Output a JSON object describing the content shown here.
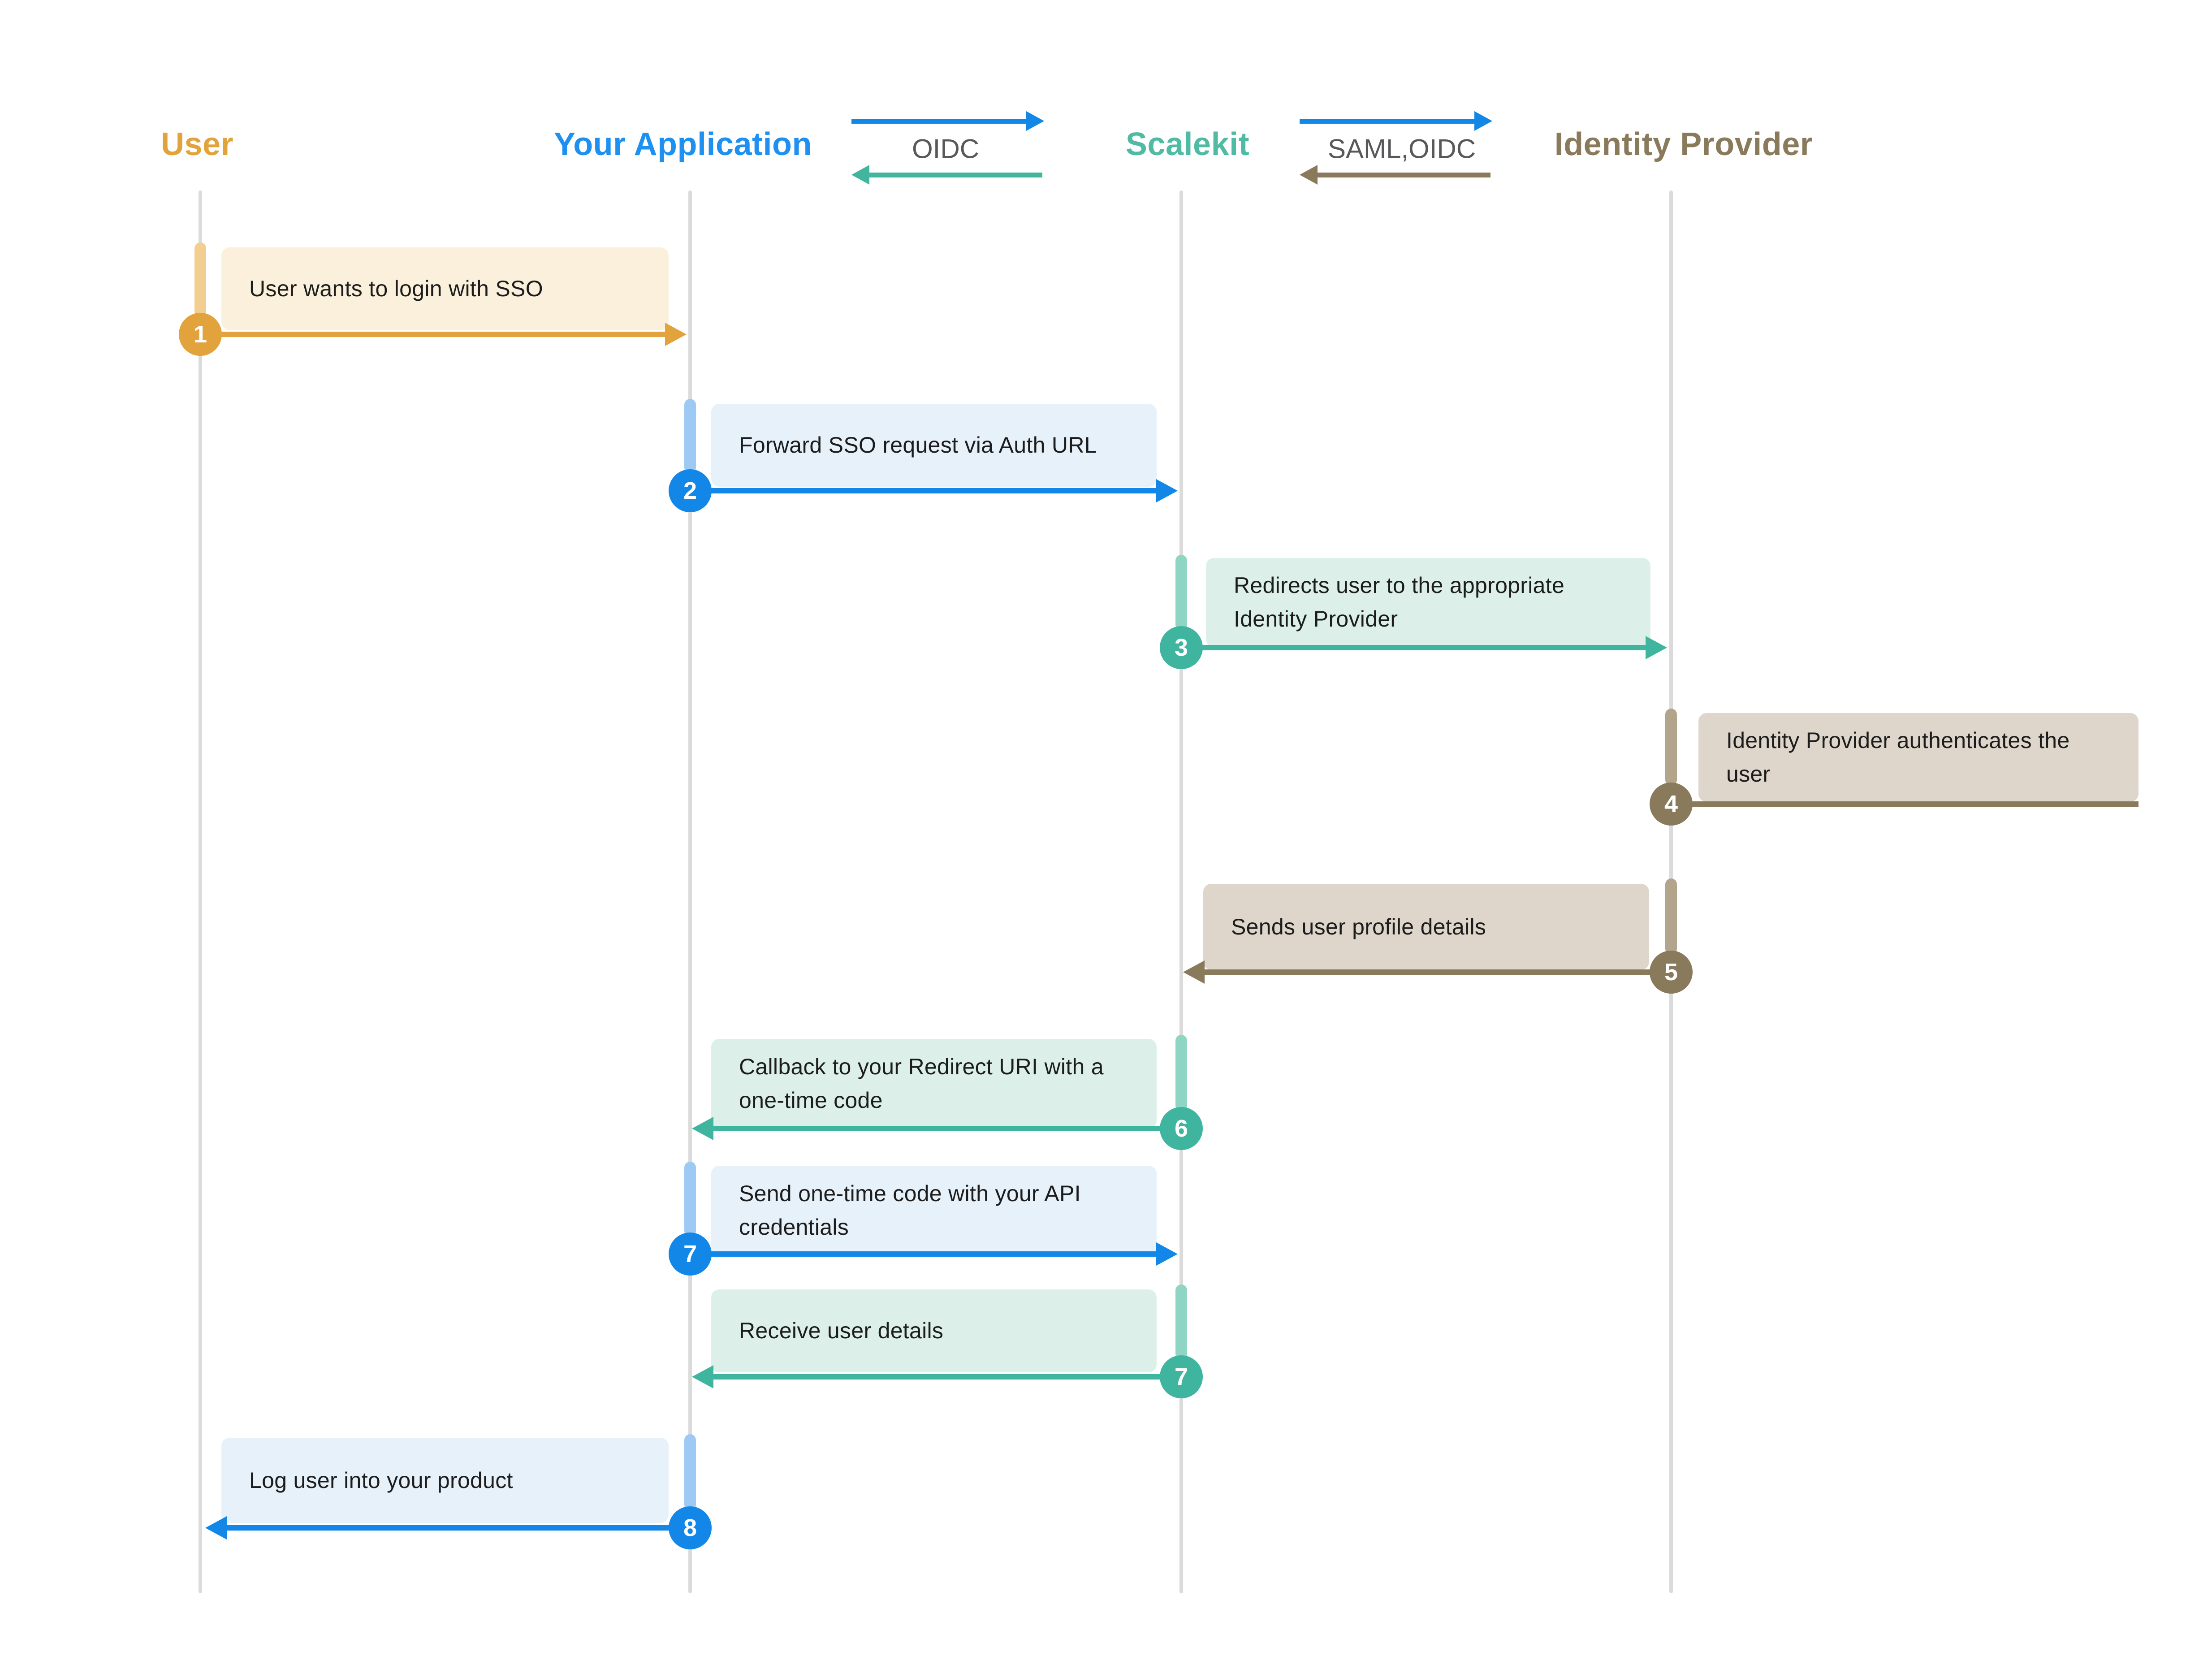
{
  "actors": [
    {
      "name": "User",
      "color": "#E2A33D"
    },
    {
      "name": "Your Application",
      "color": "#1E90F0"
    },
    {
      "name": "Scalekit",
      "color": "#4FBBA4"
    },
    {
      "name": "Identity Provider",
      "color": "#8A7A5C"
    }
  ],
  "protocols": [
    {
      "label": "OIDC",
      "forward_arrow_color": "#1287E8",
      "return_arrow_color": "#41B59E"
    },
    {
      "label": "SAML,OIDC",
      "forward_arrow_color": "#1287E8",
      "return_arrow_color": "#8A7A5C"
    }
  ],
  "steps": [
    {
      "number": "1",
      "label": "User wants to login with SSO",
      "from": "User",
      "to": "Your Application",
      "direction": "right",
      "theme": "orange"
    },
    {
      "number": "2",
      "label": "Forward SSO request via Auth URL",
      "from": "Your Application",
      "to": "Scalekit",
      "direction": "right",
      "theme": "blue"
    },
    {
      "number": "3",
      "label": "Redirects user to the appropriate Identity Provider",
      "from": "Scalekit",
      "to": "Identity Provider",
      "direction": "right",
      "theme": "teal"
    },
    {
      "number": "4",
      "label": "Identity Provider authenticates the user",
      "from": "Identity Provider",
      "to": "Identity Provider",
      "direction": "self",
      "theme": "brown"
    },
    {
      "number": "5",
      "label": "Sends user profile details",
      "from": "Identity Provider",
      "to": "Scalekit",
      "direction": "left",
      "theme": "brown"
    },
    {
      "number": "6",
      "label": "Callback to your Redirect URI with a one-time code",
      "from": "Scalekit",
      "to": "Your Application",
      "direction": "left",
      "theme": "teal"
    },
    {
      "number": "7",
      "label": "Send one-time code with your API credentials",
      "from": "Your Application",
      "to": "Scalekit",
      "direction": "right",
      "theme": "blue"
    },
    {
      "number": "7",
      "label": "Receive user details",
      "from": "Scalekit",
      "to": "Your Application",
      "direction": "left",
      "theme": "teal"
    },
    {
      "number": "8",
      "label": "Log user into your product",
      "from": "Your Application",
      "to": "User",
      "direction": "left",
      "theme": "blue"
    }
  ],
  "colors": {
    "orange_main": "#E2A33D",
    "orange_activation": "#F2CE90",
    "orange_box": "#FAF0DC",
    "blue_main": "#1287E8",
    "blue_activation": "#9CCAF4",
    "blue_box": "#E7F1FA",
    "teal_main": "#3FB5A0",
    "teal_activation": "#8FD5C3",
    "teal_box": "#DCF0E9",
    "brown_main": "#8A7A5C",
    "brown_activation": "#B3A58B",
    "brown_box": "#DED6CB",
    "lifeline": "#DBDBDB",
    "protocol_text": "#58585A",
    "message_text": "#1C1C1C"
  }
}
